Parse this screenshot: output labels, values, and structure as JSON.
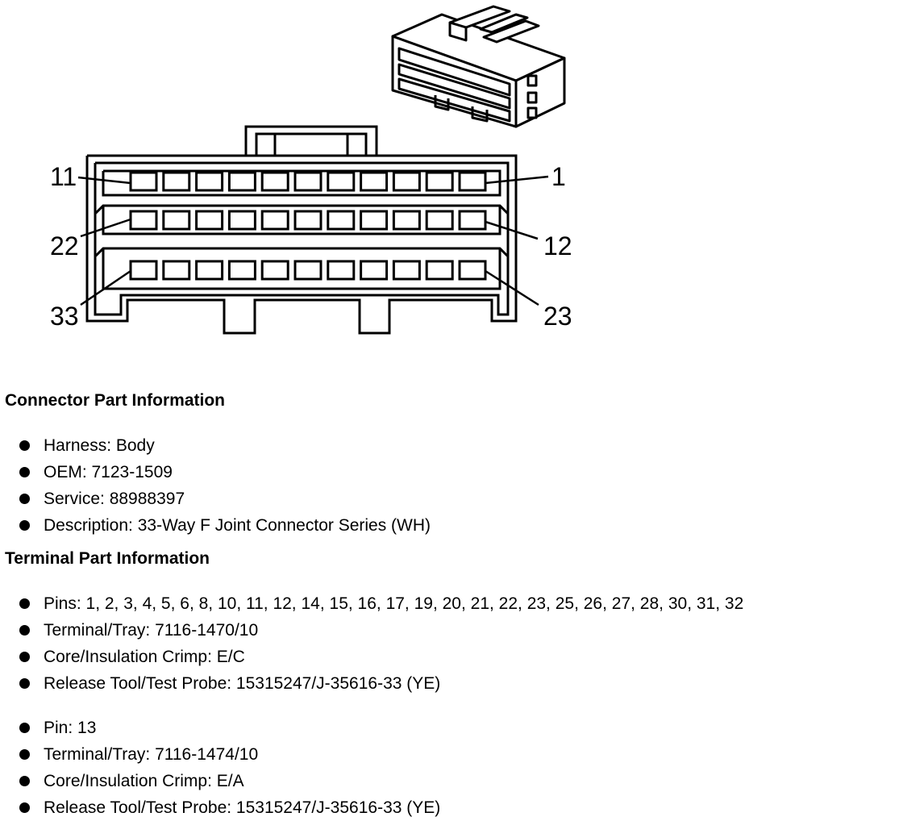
{
  "diagram": {
    "pin_labels": {
      "top_left": "11",
      "top_right": "1",
      "middle_left": "22",
      "middle_right": "12",
      "bottom_left": "33",
      "bottom_right": "23"
    }
  },
  "connector": {
    "title": "Connector Part Information",
    "items": [
      "Harness: Body",
      "OEM: 7123-1509",
      "Service: 88988397",
      "Description: 33-Way F Joint Connector Series (WH)"
    ]
  },
  "terminal": {
    "title": "Terminal Part Information",
    "groups": [
      {
        "items": [
          "Pins: 1, 2, 3, 4, 5, 6, 8, 10, 11, 12, 14, 15, 16, 17, 19, 20, 21, 22, 23, 25, 26, 27, 28, 30, 31, 32",
          "Terminal/Tray: 7116-1470/10",
          "Core/Insulation Crimp: E/C",
          "Release Tool/Test Probe: 15315247/J-35616-33 (YE)"
        ]
      },
      {
        "items": [
          "Pin: 13",
          "Terminal/Tray: 7116-1474/10",
          "Core/Insulation Crimp: E/A",
          "Release Tool/Test Probe: 15315247/J-35616-33 (YE)"
        ]
      }
    ]
  }
}
